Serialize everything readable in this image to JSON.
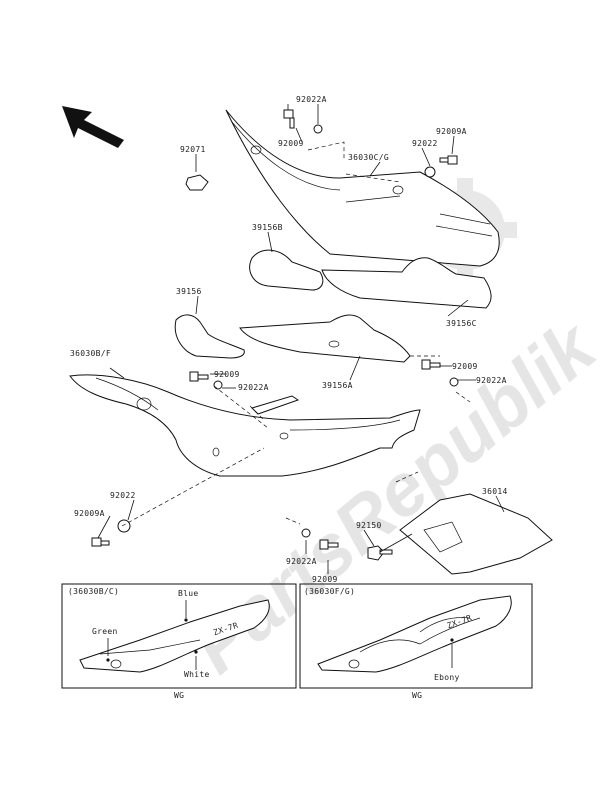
{
  "watermark": "PartsRepublik",
  "parts": {
    "p92022A_top": "92022A",
    "p92009_top": "92009",
    "p92071": "92071",
    "p36030C_G": "36030C/G",
    "p92022_top": "92022",
    "p92009A_top": "92009A",
    "p39156B": "39156B",
    "p39156": "39156",
    "p39156C": "39156C",
    "p36030B_F": "36030B/F",
    "p92009_mid": "92009",
    "p92022A_mid": "92022A",
    "p39156A": "39156A",
    "p92009_right": "92009",
    "p92022A_right": "92022A",
    "p92022_left": "92022",
    "p92009A_left": "92009A",
    "p36014": "36014",
    "p92150": "92150",
    "p92022A_bottom": "92022A",
    "p92009_bottom": "92009"
  },
  "inset_left": {
    "title": "(36030B/C)",
    "color_blue": "Blue",
    "color_green": "Green",
    "color_white": "White",
    "model_text": "ZX-7R",
    "caption": "WG"
  },
  "inset_right": {
    "title": "(36030F/G)",
    "color_ebony": "Ebony",
    "model_text": "ZX-7R",
    "caption": "WG"
  }
}
